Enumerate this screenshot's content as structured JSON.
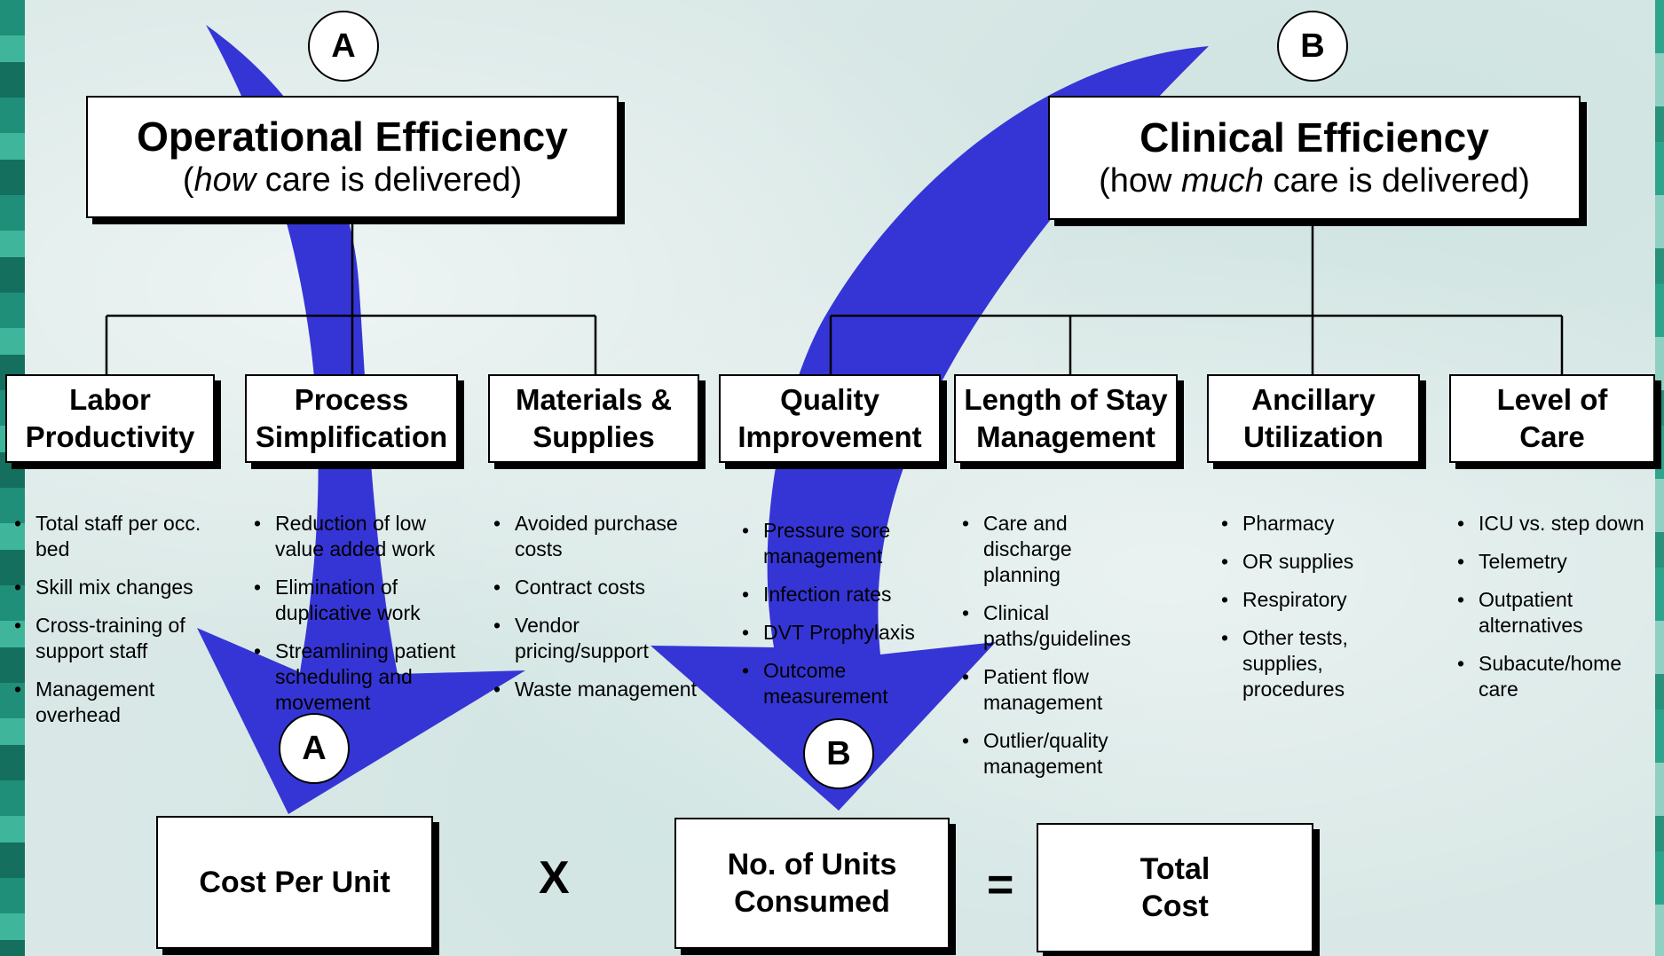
{
  "colors": {
    "arrow": "#3535d6",
    "box_border": "#000000",
    "background": "#d9e8e6"
  },
  "top_boxes": {
    "operational": {
      "title": "Operational Efficiency",
      "sub_pre": "(",
      "sub_em": "how",
      "sub_post": " care is delivered)"
    },
    "clinical": {
      "title": "Clinical Efficiency",
      "sub_pre": "(how ",
      "sub_em": "much",
      "sub_post": " care is delivered)"
    }
  },
  "circles": {
    "a_top": "A",
    "b_top": "B",
    "a_bottom": "A",
    "b_bottom": "B"
  },
  "categories": [
    {
      "line1": "Labor",
      "line2": "Productivity"
    },
    {
      "line1": "Process",
      "line2": "Simplification"
    },
    {
      "line1": "Materials &",
      "line2": "Supplies"
    },
    {
      "line1": "Quality",
      "line2": "Improvement"
    },
    {
      "line1": "Length of Stay",
      "line2": "Management"
    },
    {
      "line1": "Ancillary",
      "line2": "Utilization"
    },
    {
      "line1": "Level of",
      "line2": "Care"
    }
  ],
  "lists": [
    [
      "Total staff per occ. bed",
      "Skill mix changes",
      "Cross-training of support staff",
      "Management overhead"
    ],
    [
      "Reduction of low value added work",
      "Elimination of duplicative work",
      "Streamlining patient scheduling and movement"
    ],
    [
      "Avoided purchase costs",
      "Contract costs",
      "Vendor pricing/support",
      "Waste management"
    ],
    [
      "Pressure sore management",
      "Infection rates",
      "DVT Prophylaxis",
      "Outcome measurement"
    ],
    [
      "Care and discharge planning",
      "Clinical paths/guidelines",
      "Patient flow management",
      "Outlier/quality management"
    ],
    [
      "Pharmacy",
      "OR supplies",
      "Respiratory",
      "Other tests, supplies, procedures"
    ],
    [
      "ICU vs. step down",
      "Telemetry",
      "Outpatient alternatives",
      "Subacute/home care"
    ]
  ],
  "bottom": {
    "cost_per_unit": "Cost Per Unit",
    "times": "X",
    "units_line1": "No. of Units",
    "units_line2": "Consumed",
    "equals": "=",
    "total_line1": "Total",
    "total_line2": "Cost"
  }
}
